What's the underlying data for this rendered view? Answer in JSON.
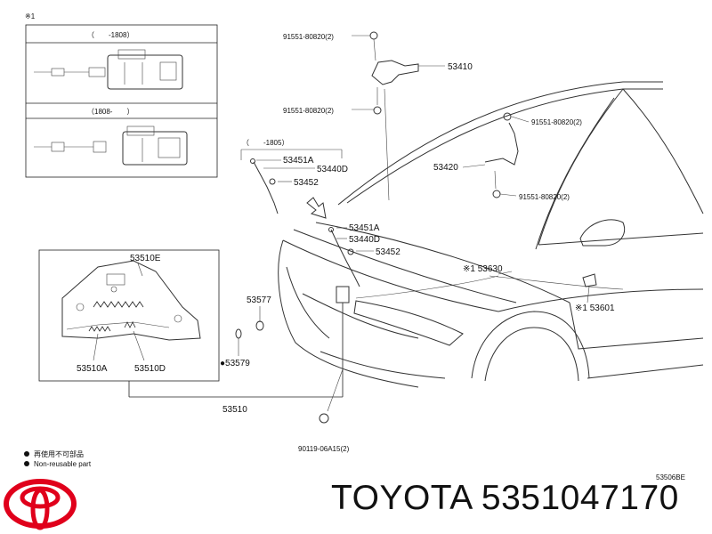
{
  "inset_top": {
    "ref_mark": "※1",
    "range_a": "（　　-1808）",
    "range_b": "（1808-　　）"
  },
  "callouts": {
    "p53410": "53410",
    "p91551_a": "91551-80820(2)",
    "p91551_b": "91551-80820(2)",
    "p91551_c": "91551-80820(2)",
    "p91551_d": "91551-80820(2)",
    "p53420": "53420",
    "range_1805": "（　　-1805）",
    "p53451A_a": "53451A",
    "p53440D_a": "53440D",
    "p53452_a": "53452",
    "p53451A_b": "53451A",
    "p53440D_b": "53440D",
    "p53452_b": "53452",
    "p53510E": "53510E",
    "p53577": "53577",
    "p53579": "●53579",
    "p53510A": "53510A",
    "p53510D": "53510D",
    "p53510": "53510",
    "p53630": "※1 53630",
    "p53601": "※1 53601",
    "p90119": "90119-06A15(2)"
  },
  "legend": {
    "line1": "再使用不可部品",
    "line2": "Non-reusable part"
  },
  "diagram_code": "53506BE",
  "brand": {
    "name": "TOYOTA",
    "part_number": "5351047170",
    "display": "TOYOTA 5351047170",
    "logo_color": "#e0001b"
  }
}
